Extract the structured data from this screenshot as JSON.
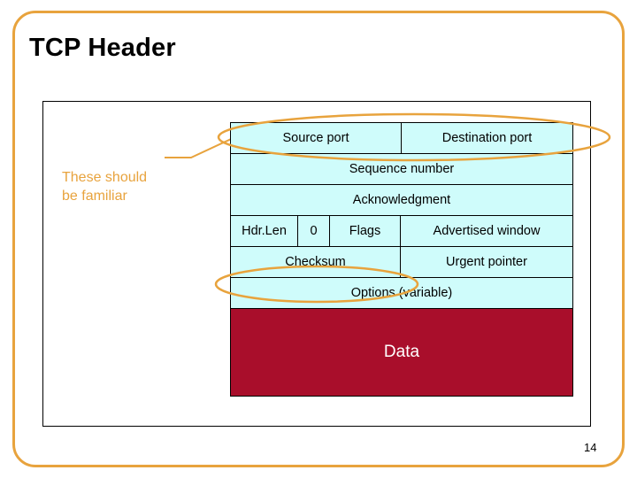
{
  "slide": {
    "title": "TCP Header",
    "number": "14",
    "annotation_line1": "These should",
    "annotation_line2": "be familiar",
    "accent_color": "#E8A33D",
    "field_fill_color": "#CFFCFB",
    "data_fill_color": "#A90E2B"
  },
  "header_diagram": {
    "rows": [
      {
        "name": "ports",
        "cells": [
          {
            "label": "Source port"
          },
          {
            "label": "Destination port"
          }
        ]
      },
      {
        "name": "sequence",
        "cells": [
          {
            "label": "Sequence number"
          }
        ]
      },
      {
        "name": "acknowledgment",
        "cells": [
          {
            "label": "Acknowledgment"
          }
        ]
      },
      {
        "name": "flags",
        "cells": [
          {
            "label": "Hdr.Len"
          },
          {
            "label": "0"
          },
          {
            "label": "Flags"
          },
          {
            "label": "Advertised window"
          }
        ]
      },
      {
        "name": "checksum",
        "cells": [
          {
            "label": "Checksum"
          },
          {
            "label": "Urgent pointer"
          }
        ]
      },
      {
        "name": "options",
        "cells": [
          {
            "label": "Options (variable)"
          }
        ]
      }
    ],
    "data_block_label": "Data"
  }
}
